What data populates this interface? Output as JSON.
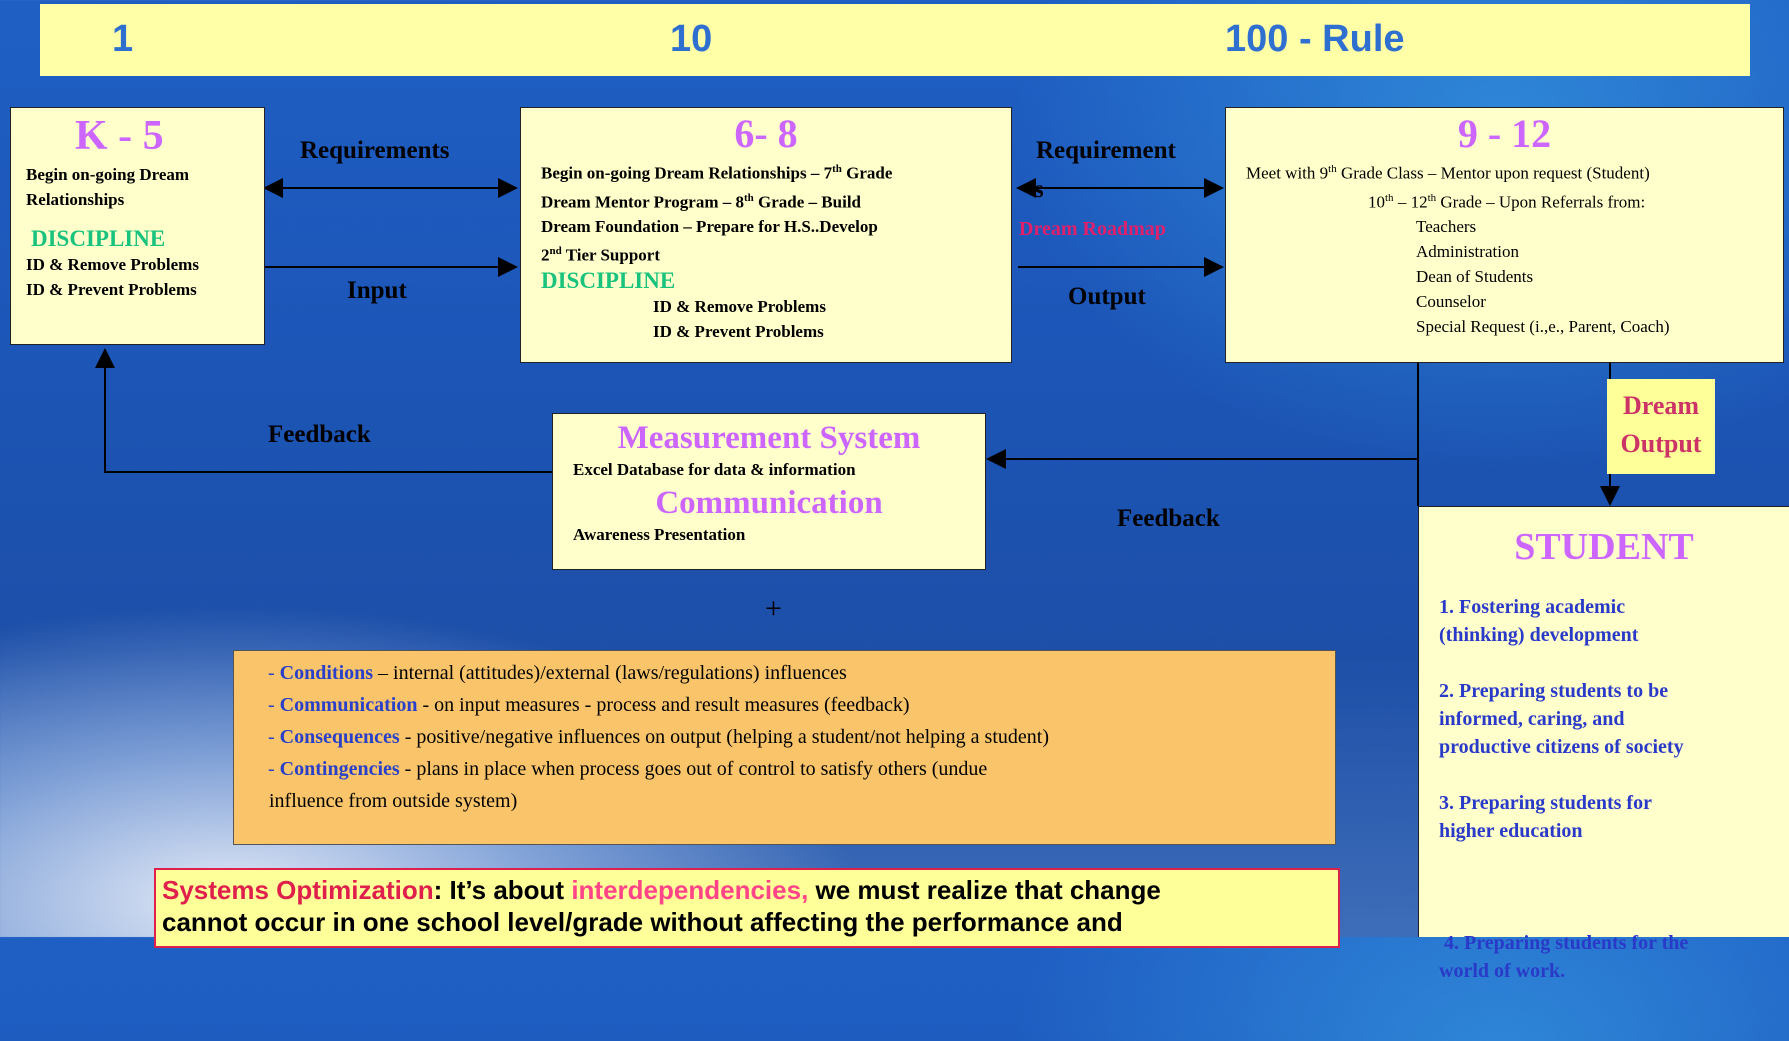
{
  "banner": {
    "left": "1",
    "mid": "10",
    "right": "100 - Rule"
  },
  "k5": {
    "title": "K - 5",
    "line1": "Begin on-going Dream",
    "line2": "Relationships",
    "discipline": "DISCIPLINE",
    "remove": "ID & Remove Problems",
    "prevent": "ID & Prevent Problems"
  },
  "labels": {
    "requirements_left": "Requirements",
    "input": "Input",
    "requirements_right": "Requirement",
    "requirements_right_wrap": "s",
    "dream_roadmap": "Dream Roadmap",
    "output": "Output",
    "feedback_left": "Feedback",
    "feedback_right": "Feedback",
    "plus": "+"
  },
  "g68": {
    "title": "6- 8",
    "l1": "Begin on-going Dream Relationships – 7",
    "l1sup": "th",
    "l1end": " Grade",
    "l2": "Dream Mentor Program – 8",
    "l2sup": "th",
    "l2end": " Grade – Build",
    "l3": "Dream Foundation – Prepare for H.S..Develop",
    "l4": "2",
    "l4sup": "nd",
    "l4end": " Tier Support",
    "discipline": "DISCIPLINE",
    "remove": "ID & Remove Problems",
    "prevent": "ID & Prevent Problems"
  },
  "g912": {
    "title": "9 - 12",
    "l1a": "Meet with 9",
    "l1sup": "th",
    "l1b": " Grade Class – Mentor upon request (Student)",
    "l2a": "10",
    "l2sup": "th",
    "l2b": "  – 12",
    "l2sup2": "th",
    "l2c": " Grade – Upon Referrals from:",
    "refs": [
      "Teachers",
      "Administration",
      "Dean of Students",
      "Counselor",
      "Special Request  (i.,e., Parent, Coach)"
    ]
  },
  "dream_output": {
    "l1": "Dream",
    "l2": "Output"
  },
  "measurement": {
    "title": "Measurement System",
    "excel": "Excel Database for data & information",
    "comm": "Communication",
    "awareness": "Awareness Presentation"
  },
  "conditions": {
    "r1k": "Conditions",
    "r1": " – internal (attitudes)/external (laws/regulations) influences",
    "r2k": "Communication",
    "r2": " - on input measures - process and result measures (feedback)",
    "r3k": "Consequences",
    "r3": " - positive/negative influences on output (helping a student/not helping a student)",
    "r4k": "Contingencies",
    "r4": " - plans in place when process goes out of control to satisfy others (undue",
    "r5": "influence    from outside system)"
  },
  "student": {
    "title": "STUDENT",
    "items": [
      [
        "1. Fostering academic",
        "(thinking) development"
      ],
      [
        "2. Preparing students to be",
        "informed, caring, and",
        "productive citizens of society"
      ],
      [
        "3. Preparing students for",
        "higher education"
      ],
      [
        " 4. Preparing students for the",
        "world of work."
      ]
    ]
  },
  "bottom": {
    "k1": "Systems Optimization",
    "t1": ": It’s about ",
    "k2": "interdependencies,",
    "t2": " we must realize that change",
    "t3": "cannot occur in one school level/grade without affecting the performance and"
  },
  "colors": {
    "title": "#cc66ff",
    "discipline": "#19c37d",
    "roadmap": "#e0206a",
    "keyword": "#2940c8",
    "banner_text": "#2e6fd0"
  }
}
